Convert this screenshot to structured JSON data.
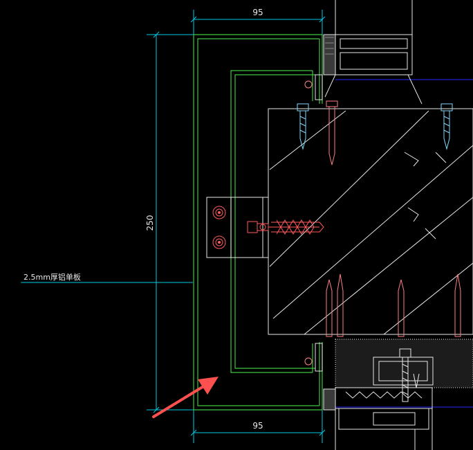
{
  "dimensions": {
    "top_width": "95",
    "bottom_width": "95",
    "height": "250"
  },
  "callout": {
    "label": "2.5mm厚铝单板"
  },
  "colors": {
    "background": "#000000",
    "dimension_line": "#00c8e6",
    "panel_outline": "#3cc83c",
    "anchor": "#ff5a5a",
    "screw": "#7fd8ff",
    "blue_line": "#2828ff",
    "arrow": "#ff5050",
    "frame": "#ffffff"
  }
}
